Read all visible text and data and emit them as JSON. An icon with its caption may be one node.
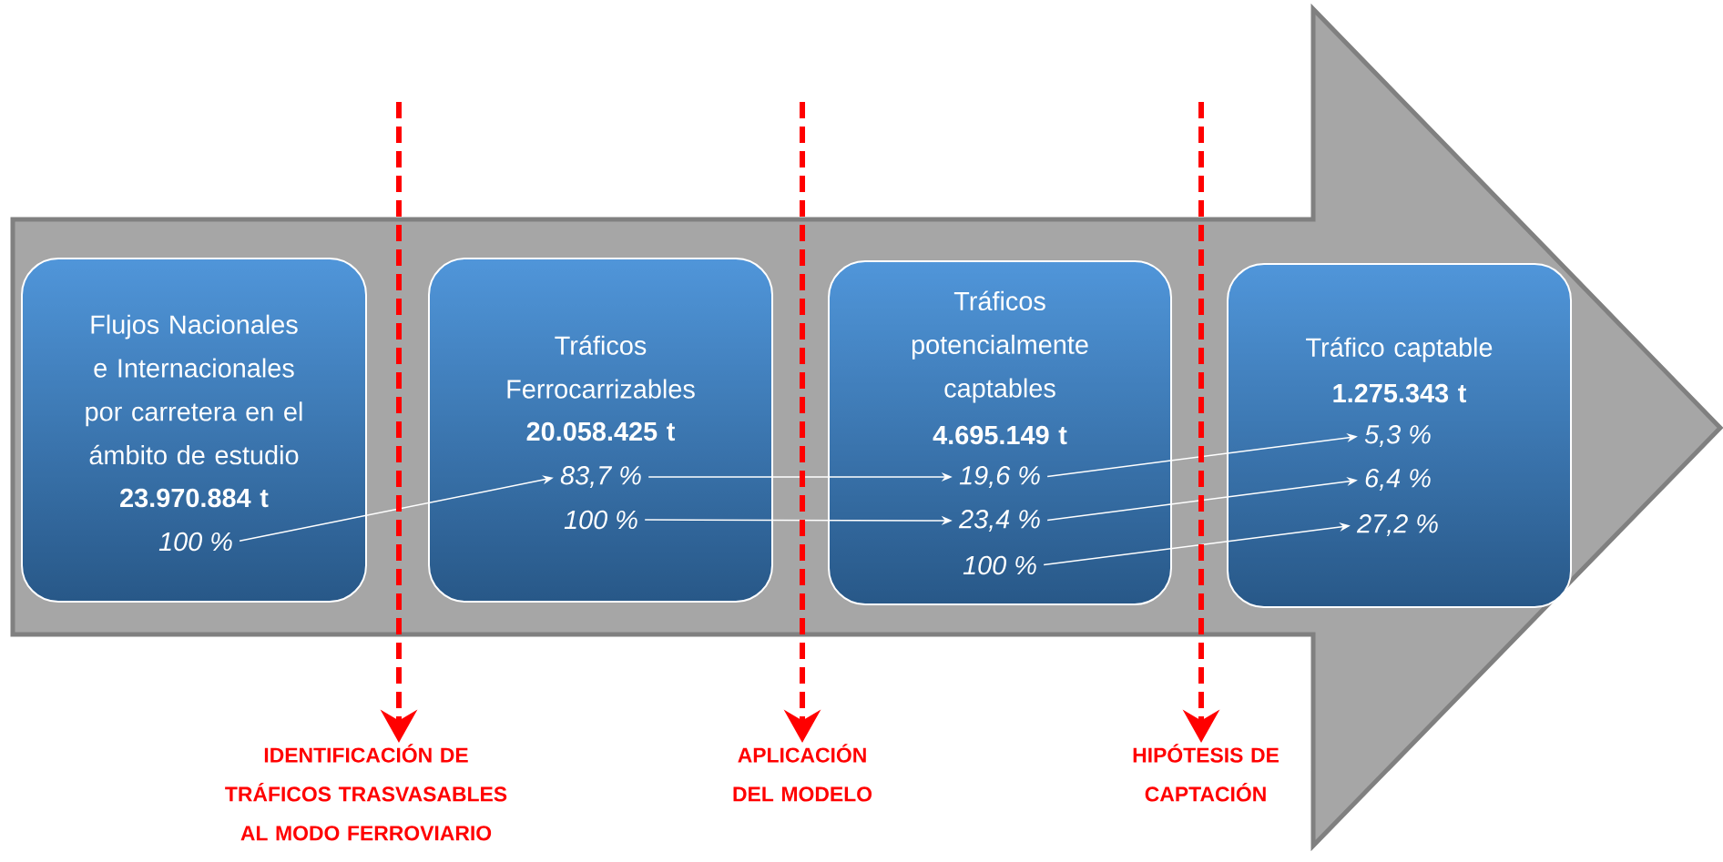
{
  "diagram": {
    "nodes": [
      {
        "text": [
          "Flujos Nacionales e Internacionales por carretera en el ámbito de estudio",
          "23.970.884 t"
        ]
      },
      {
        "text": [
          "100 %"
        ],
        "in": 0
      },
      {
        "text": [
          "Tráficos Ferrocarrizables",
          "20.058.425 t"
        ]
      },
      {
        "text": [
          "83,7 %"
        ],
        "in": 2
      },
      {
        "text": [
          "100 %"
        ],
        "in": 2
      },
      {
        "text": [
          "Tráficos potencialmente captables",
          "4.695.149 t"
        ]
      },
      {
        "text": [
          "19,6 %"
        ],
        "in": 5
      },
      {
        "text": [
          "23,4 %"
        ],
        "in": 5
      },
      {
        "text": [
          "100 %"
        ],
        "in": 5
      },
      {
        "text": [
          "Tráfico captable",
          "1.275.343 t"
        ]
      },
      {
        "text": [
          "5,3 %"
        ],
        "in": 9
      },
      {
        "text": [
          "6,4 %"
        ],
        "in": 9
      },
      {
        "text": [
          "27,2 %"
        ],
        "in": 9
      },
      {
        "text": [
          "IDENTIFICACIÓN DE TRÁFICOS TRASVASABLES AL MODO FERROVIARIO"
        ]
      },
      {
        "text": [
          "APLICACIÓN DEL MODELO"
        ]
      },
      {
        "text": [
          "HIPÓTESIS DE CAPTACIÓN"
        ]
      }
    ],
    "edges": [
      {
        "from": 1,
        "to": 3,
        "arrow": "to"
      },
      {
        "from": 3,
        "to": 6,
        "arrow": "to"
      },
      {
        "from": 4,
        "to": 7,
        "arrow": "to"
      },
      {
        "from": 6,
        "to": 10,
        "arrow": "to"
      },
      {
        "from": 7,
        "to": 11,
        "arrow": "to"
      },
      {
        "from": 8,
        "to": 12,
        "arrow": "to"
      },
      {
        "from": null,
        "to": 13,
        "arrow": "to",
        "style": "dashed",
        "color": "#ff0000"
      },
      {
        "from": null,
        "to": 14,
        "arrow": "to",
        "style": "dashed",
        "color": "#ff0000"
      },
      {
        "from": null,
        "to": 15,
        "arrow": "to",
        "style": "dashed",
        "color": "#ff0000"
      }
    ]
  }
}
